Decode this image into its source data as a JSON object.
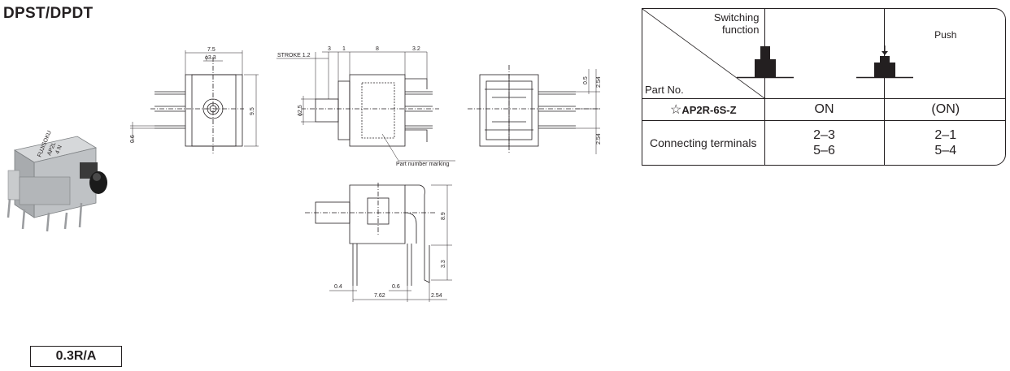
{
  "heading": "DPST/DPDT",
  "code_badge": "0.3R/A",
  "photo": {
    "marking_lines": [
      "FUJISOKU",
      "AP2L",
      "4 N"
    ]
  },
  "dimensions": {
    "top_view": {
      "width": "7.5",
      "hole": "ϕ3.3",
      "height": "9.5",
      "pin": "0.6"
    },
    "side_view": {
      "stroke": "STROKE 1.2",
      "d1": "3",
      "d2": "1",
      "d3": "8",
      "d4": "3.2",
      "shaft": "ϕ2.5",
      "marking": "Part number marking"
    },
    "rear_view": {
      "d1": "0.5",
      "d2": "2.54",
      "d3": "2.54"
    },
    "bottom_view": {
      "height": "8.9",
      "pin_len": "3.3",
      "left": "0.4",
      "mid": "0.6",
      "spacing": "7.62",
      "right": "2.54"
    }
  },
  "spec_table": {
    "header": {
      "switching_function": [
        "Switching",
        "function"
      ],
      "part_no": "Part No.",
      "col2_label": "Push"
    },
    "model": {
      "star": "☆",
      "name": "AP2R-6S-Z",
      "col1": "ON",
      "col2": "(ON)"
    },
    "terminals": {
      "label": "Connecting terminals",
      "col1": [
        "2–3",
        "5–6"
      ],
      "col2": [
        "2–1",
        "5–4"
      ]
    }
  }
}
